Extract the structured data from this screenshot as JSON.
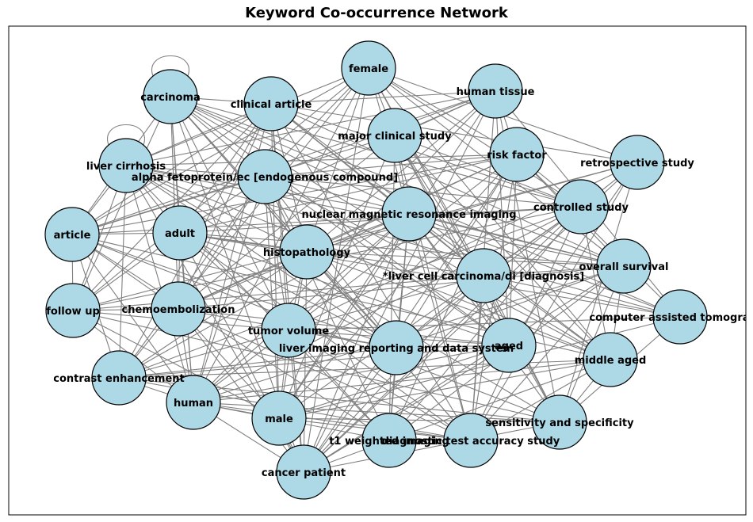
{
  "figure": {
    "title": "Keyword Co-occurrence Network"
  },
  "colors": {
    "node_fill": "#add8e6",
    "node_stroke": "#000000",
    "edge": "#808080",
    "frame": "#000000"
  },
  "network": {
    "nodes": [
      {
        "id": "carcinoma",
        "label": "carcinoma"
      },
      {
        "id": "clinical_article",
        "label": "clinical article"
      },
      {
        "id": "female",
        "label": "female"
      },
      {
        "id": "human_tissue",
        "label": "human tissue"
      },
      {
        "id": "liver_cirrhosis",
        "label": "liver cirrhosis"
      },
      {
        "id": "alpha_fetoprotein",
        "label": "alpha fetoprotein/ec [endogenous compound]"
      },
      {
        "id": "major_clinical_study",
        "label": "major clinical study"
      },
      {
        "id": "risk_factor",
        "label": "risk factor"
      },
      {
        "id": "retrospective_study",
        "label": "retrospective study"
      },
      {
        "id": "controlled_study",
        "label": "controlled study"
      },
      {
        "id": "nmr_imaging",
        "label": "nuclear magnetic resonance imaging"
      },
      {
        "id": "article",
        "label": "article"
      },
      {
        "id": "adult",
        "label": "adult"
      },
      {
        "id": "histopathology",
        "label": "histopathology"
      },
      {
        "id": "overall_survival",
        "label": "overall survival"
      },
      {
        "id": "liver_cell_carcinoma",
        "label": "*liver cell carcinoma/di [diagnosis]"
      },
      {
        "id": "follow_up",
        "label": "follow up"
      },
      {
        "id": "chemoembolization",
        "label": "chemoembolization"
      },
      {
        "id": "computer_assisted_tomography",
        "label": "computer assisted tomography"
      },
      {
        "id": "tumor_volume",
        "label": "tumor volume"
      },
      {
        "id": "li_rads",
        "label": "liver imaging reporting and data system"
      },
      {
        "id": "aged",
        "label": "aged"
      },
      {
        "id": "middle_aged",
        "label": "middle aged"
      },
      {
        "id": "contrast_enhancement",
        "label": "contrast enhancement"
      },
      {
        "id": "human",
        "label": "human"
      },
      {
        "id": "male",
        "label": "male"
      },
      {
        "id": "sensitivity_specificity",
        "label": "sensitivity and specificity"
      },
      {
        "id": "t1_weighted_imaging",
        "label": "t1 weighted imaging"
      },
      {
        "id": "diagnostic_test_accuracy",
        "label": "diagnostic test accuracy study"
      },
      {
        "id": "cancer_patient",
        "label": "cancer patient"
      }
    ],
    "self_loops": [
      "carcinoma",
      "liver_cirrhosis"
    ]
  }
}
